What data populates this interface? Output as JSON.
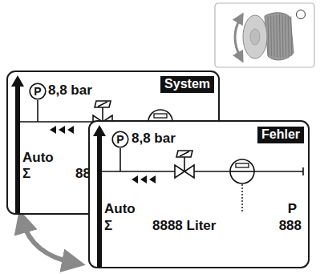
{
  "diagram": {
    "nodes": [
      {
        "text": [
          "8,8 bar",
          "System",
          "Auto",
          "Σ",
          "88"
        ]
      },
      {
        "text": [
          "P"
        ],
        "in": 0
      },
      {
        "text": [
          "8,8 bar",
          "Fehler",
          "Auto",
          "Σ",
          "8888 Liter",
          "P",
          "888"
        ]
      },
      {
        "text": [
          "P"
        ],
        "in": 2
      }
    ]
  }
}
